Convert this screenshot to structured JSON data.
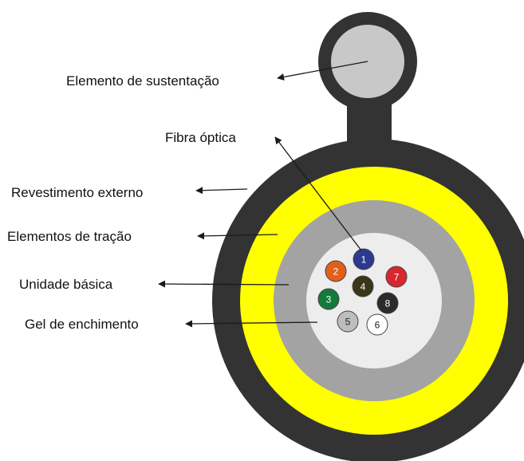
{
  "labels": {
    "support": "Elemento de sustentação",
    "fiber": "Fibra óptica",
    "outer_jacket": "Revestimento externo",
    "tension": "Elementos de tração",
    "basic_unit": "Unidade básica",
    "gel": "Gel de enchimento"
  },
  "fibers": [
    {
      "number": "1",
      "color": "#2b3a8f",
      "text_color": "#ffffff"
    },
    {
      "number": "2",
      "color": "#e0601b",
      "text_color": "#ffffff"
    },
    {
      "number": "3",
      "color": "#137a3a",
      "text_color": "#ffffff"
    },
    {
      "number": "4",
      "color": "#3b3519",
      "text_color": "#ffffff"
    },
    {
      "number": "5",
      "color": "#bdbdbd",
      "text_color": "#222222"
    },
    {
      "number": "6",
      "color": "#ffffff",
      "text_color": "#222222"
    },
    {
      "number": "7",
      "color": "#d9262e",
      "text_color": "#ffffff"
    },
    {
      "number": "8",
      "color": "#2b2b2b",
      "text_color": "#ffffff"
    }
  ],
  "colors": {
    "jacket": "#333333",
    "tension": "#ffff00",
    "basic_unit": "#a3a3a3",
    "gel": "#ededed",
    "support": "#c8c8c8"
  }
}
